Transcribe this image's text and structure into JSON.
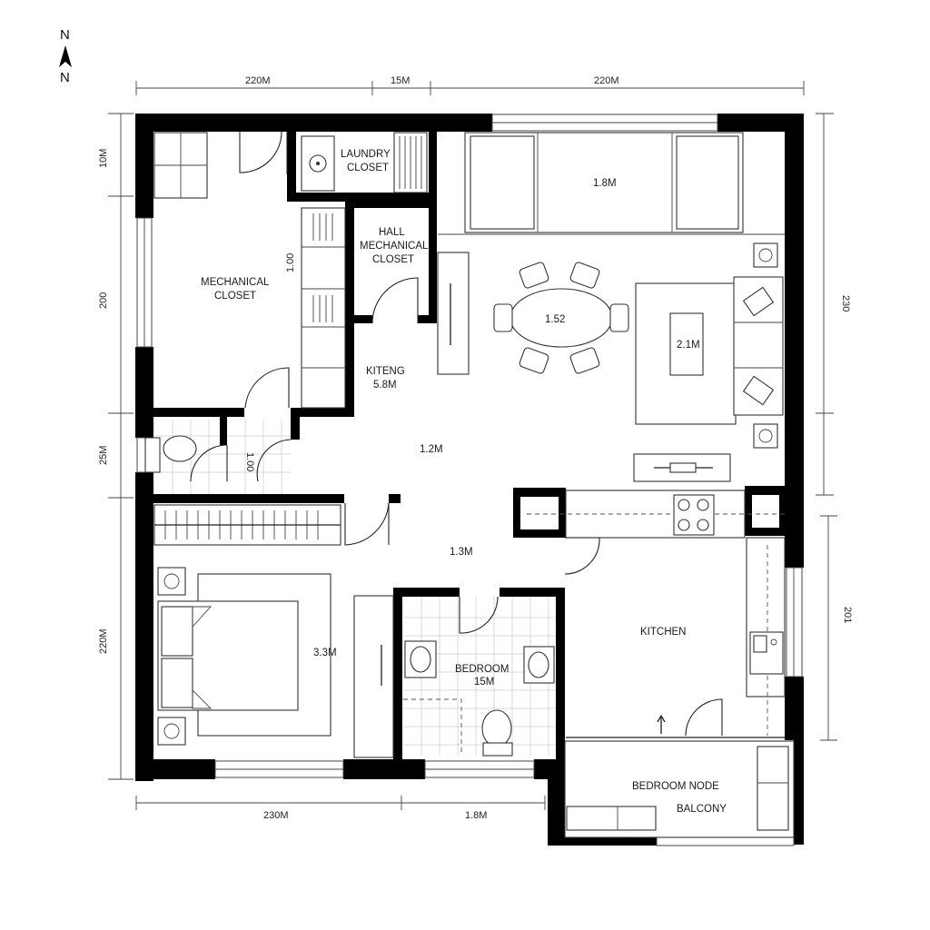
{
  "north": {
    "top": "N",
    "bottom": "N"
  },
  "dimensions": {
    "top_left": "220M",
    "top_mid": "15M",
    "top_right": "220M",
    "left_1": "10M",
    "left_2": "200",
    "left_3": "25M",
    "left_4": "220M",
    "right_1": "230",
    "right_2": "201",
    "bottom_left": "230M",
    "bottom_mid": "1.8M"
  },
  "rooms": {
    "laundry_1": "LAUNDRY",
    "laundry_2": "CLOSET",
    "hall_1": "HALL",
    "hall_2": "MECHANICAL",
    "hall_3": "CLOSET",
    "mech_1": "MECHANICAL",
    "mech_2": "CLOSET",
    "mech_size": "1.00",
    "top_room_size": "1.8M",
    "dining_size": "1.52",
    "living_size": "2.1M",
    "kitchen_small_1": "KITENG",
    "kitchen_small_2": "5.8M",
    "hall_size": "1.2M",
    "bath_size": "1.00",
    "corridor_size": "1.3M",
    "bedroom_left_size": "3.3M",
    "bedroom_1": "BEDROOM",
    "bedroom_2": "15M",
    "kitchen": "KITCHEN",
    "balcony_1": "BEDROOM NODE",
    "balcony_2": "BALCONY"
  }
}
